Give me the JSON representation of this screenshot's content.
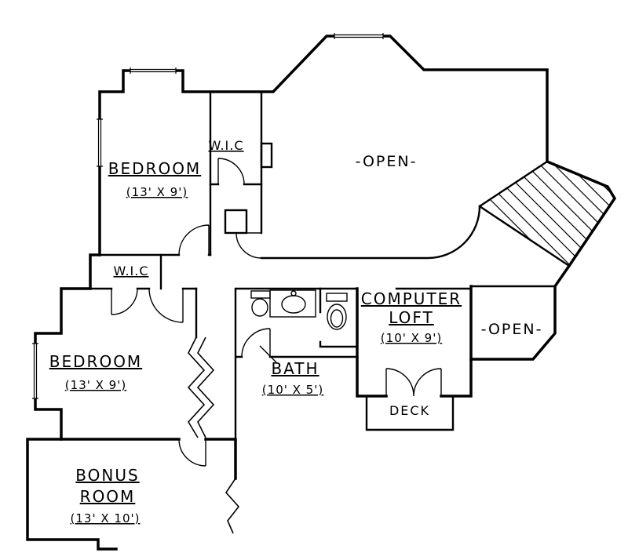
{
  "rooms": {
    "bedroom_upper": {
      "name": "BEDROOM",
      "size": "(13' X 9')"
    },
    "wic_upper": {
      "name": "W.I.C"
    },
    "open_main": {
      "name": "-OPEN-"
    },
    "wic_lower": {
      "name": "W.I.C"
    },
    "bedroom_lower": {
      "name": "BEDROOM",
      "size": "(13' X 9')"
    },
    "computer_loft": {
      "name_line1": "COMPUTER",
      "name_line2": "LOFT",
      "size": "(10' X 9')"
    },
    "open_side": {
      "name": "-OPEN-"
    },
    "bath": {
      "name": "BATH",
      "size": "(10' X 5')"
    },
    "deck": {
      "name": "DECK"
    },
    "bonus_room": {
      "name_line1": "BONUS",
      "name_line2": "ROOM",
      "size": "(13' X 10')"
    }
  },
  "colors": {
    "ink": "#000000",
    "paper": "#ffffff"
  }
}
